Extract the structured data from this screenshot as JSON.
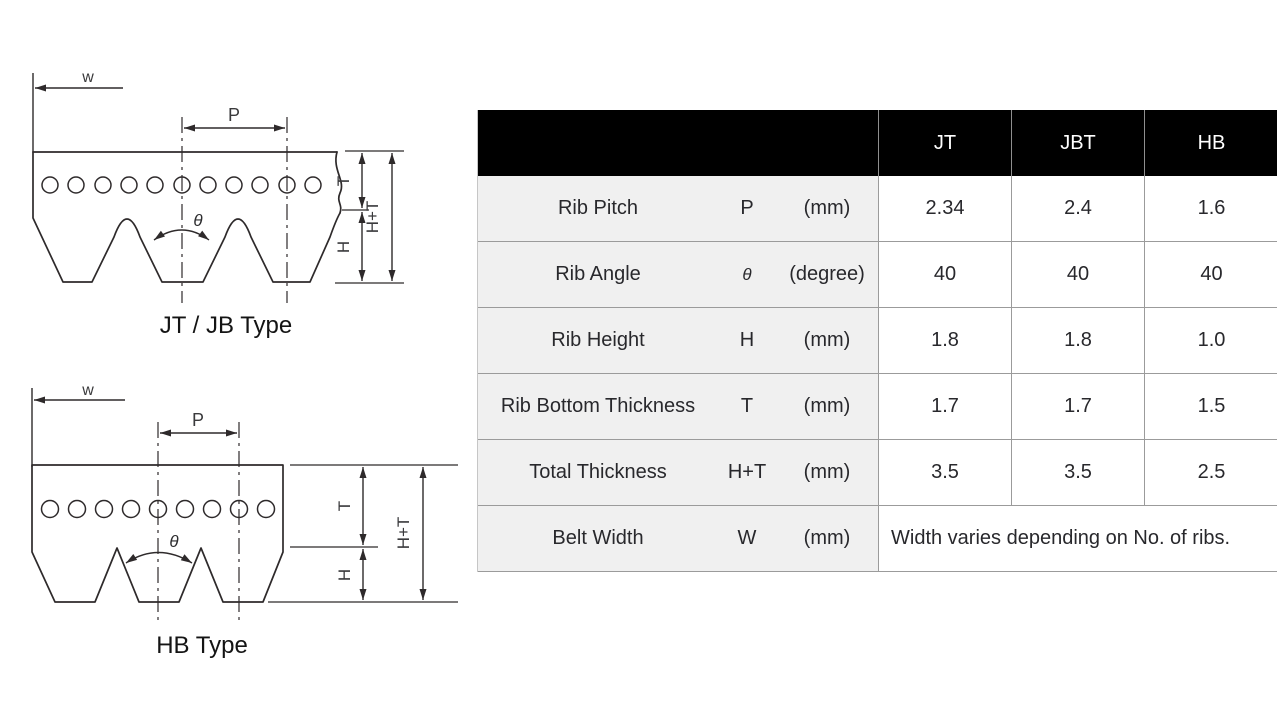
{
  "colors": {
    "headerBg": "#000000",
    "headerText": "#ffffff",
    "labelBg": "#f0f0f0",
    "gridLine": "#9b9b9b",
    "tableText": "#28282c",
    "diagramLine": "#2e2a2b"
  },
  "diagrams": {
    "jt": {
      "title": "JT / JB Type",
      "labels": {
        "width": "w",
        "pitch": "P",
        "angle": "θ",
        "top_thickness": "T",
        "rib_height": "H",
        "total_thickness": "H+T"
      }
    },
    "hb": {
      "title": "HB Type",
      "labels": {
        "width": "w",
        "pitch": "P",
        "angle": "θ",
        "top_thickness": "T",
        "rib_height": "H",
        "total_thickness": "H+T"
      }
    }
  },
  "table": {
    "columns": [
      "JT",
      "JBT",
      "HB"
    ],
    "rows": [
      {
        "name": "Rib Pitch",
        "symbol": "P",
        "unit": "(mm)",
        "values": [
          "2.34",
          "2.4",
          "1.6"
        ]
      },
      {
        "name": "Rib Angle",
        "symbol": "θ",
        "unit": "(degree)",
        "values": [
          "40",
          "40",
          "40"
        ]
      },
      {
        "name": "Rib Height",
        "symbol": "H",
        "unit": "(mm)",
        "values": [
          "1.8",
          "1.8",
          "1.0"
        ]
      },
      {
        "name": "Rib Bottom Thickness",
        "symbol": "T",
        "unit": "(mm)",
        "values": [
          "1.7",
          "1.7",
          "1.5"
        ]
      },
      {
        "name": "Total Thickness",
        "symbol": "H+T",
        "unit": "(mm)",
        "values": [
          "3.5",
          "3.5",
          "2.5"
        ]
      },
      {
        "name": "Belt Width",
        "symbol": "W",
        "unit": "(mm)",
        "note": "Width varies depending on No. of ribs."
      }
    ]
  }
}
